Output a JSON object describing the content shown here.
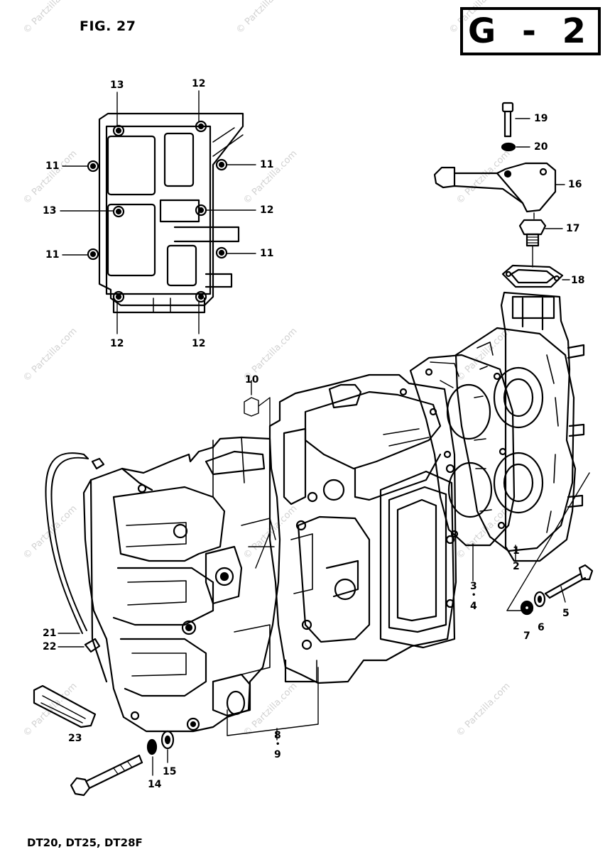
{
  "header": {
    "figure": "FIG. 27",
    "section": "G - 2"
  },
  "footer": {
    "models": "DT20, DT25, DT28F"
  },
  "watermark": "© Partzilla.com",
  "callouts": {
    "c1": "1",
    "c2": "2",
    "c3": "3",
    "c4": "4",
    "c5": "5",
    "c6": "6",
    "c7": "7",
    "c8": "8",
    "c9": "9",
    "c10": "10",
    "c11": "11",
    "c12": "12",
    "c13": "13",
    "c14": "14",
    "c15": "15",
    "c16": "16",
    "c17": "17",
    "c18": "18",
    "c19": "19",
    "c20": "20",
    "c21": "21",
    "c22": "22",
    "c23": "23",
    "dot": "•"
  }
}
